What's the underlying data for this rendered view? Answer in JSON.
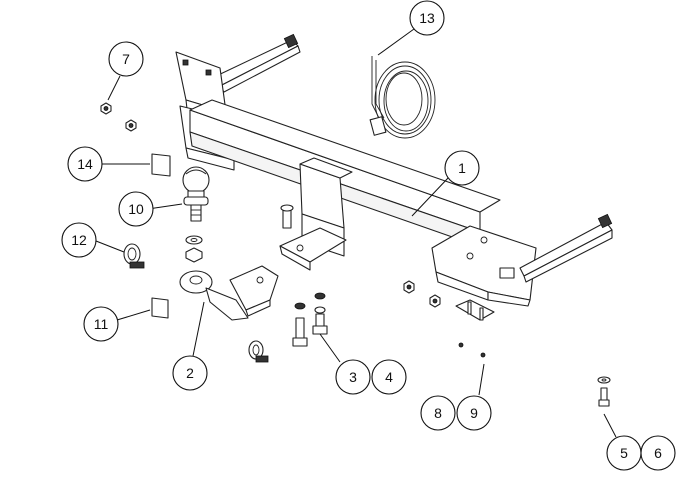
{
  "diagram": {
    "title": "Tow bar assembly exploded parts diagram",
    "callouts": [
      {
        "id": "c1",
        "number": "1",
        "part": "tow-bar-crossbeam"
      },
      {
        "id": "c2",
        "number": "2",
        "part": "tow-ball-mounting-bracket"
      },
      {
        "id": "c3",
        "number": "3",
        "part": "bolt"
      },
      {
        "id": "c4",
        "number": "4",
        "part": "washer-nut"
      },
      {
        "id": "c5",
        "number": "5",
        "part": "bolt"
      },
      {
        "id": "c6",
        "number": "6",
        "part": "washer"
      },
      {
        "id": "c7",
        "number": "7",
        "part": "nut"
      },
      {
        "id": "c8",
        "number": "8",
        "part": "small-nut"
      },
      {
        "id": "c9",
        "number": "9",
        "part": "small-washer"
      },
      {
        "id": "c10",
        "number": "10",
        "part": "tow-ball"
      },
      {
        "id": "c11",
        "number": "11",
        "part": "label-plate"
      },
      {
        "id": "c12",
        "number": "12",
        "part": "shackle-eye"
      },
      {
        "id": "c13",
        "number": "13",
        "part": "wiring-harness"
      },
      {
        "id": "c14",
        "number": "14",
        "part": "reflector-plate"
      }
    ]
  }
}
